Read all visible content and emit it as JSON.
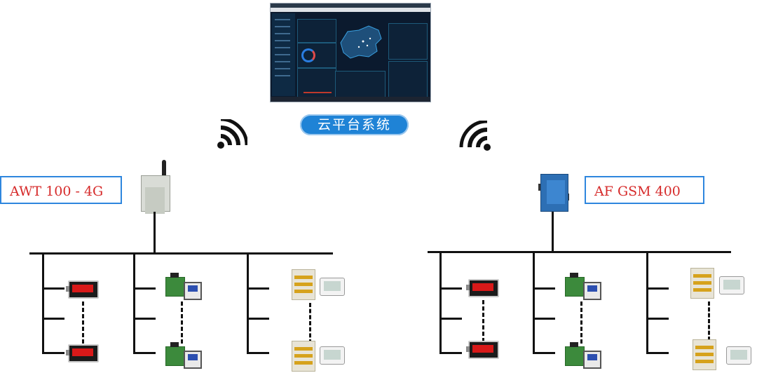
{
  "cloud_platform": {
    "label": "云平台系统"
  },
  "gateways": {
    "left": {
      "label": "AWT 100 - 4G"
    },
    "right": {
      "label": "AF GSM 400"
    }
  },
  "colors": {
    "pill": "#1f83d6",
    "label_border": "#2e86de",
    "label_text": "#d62a2a",
    "lines": "#111111"
  },
  "icons": [
    "wifi-signal-icon",
    "gateway-device-icon",
    "panel-meter-icon",
    "digital-meter-icon",
    "breaker-meter-icon"
  ]
}
